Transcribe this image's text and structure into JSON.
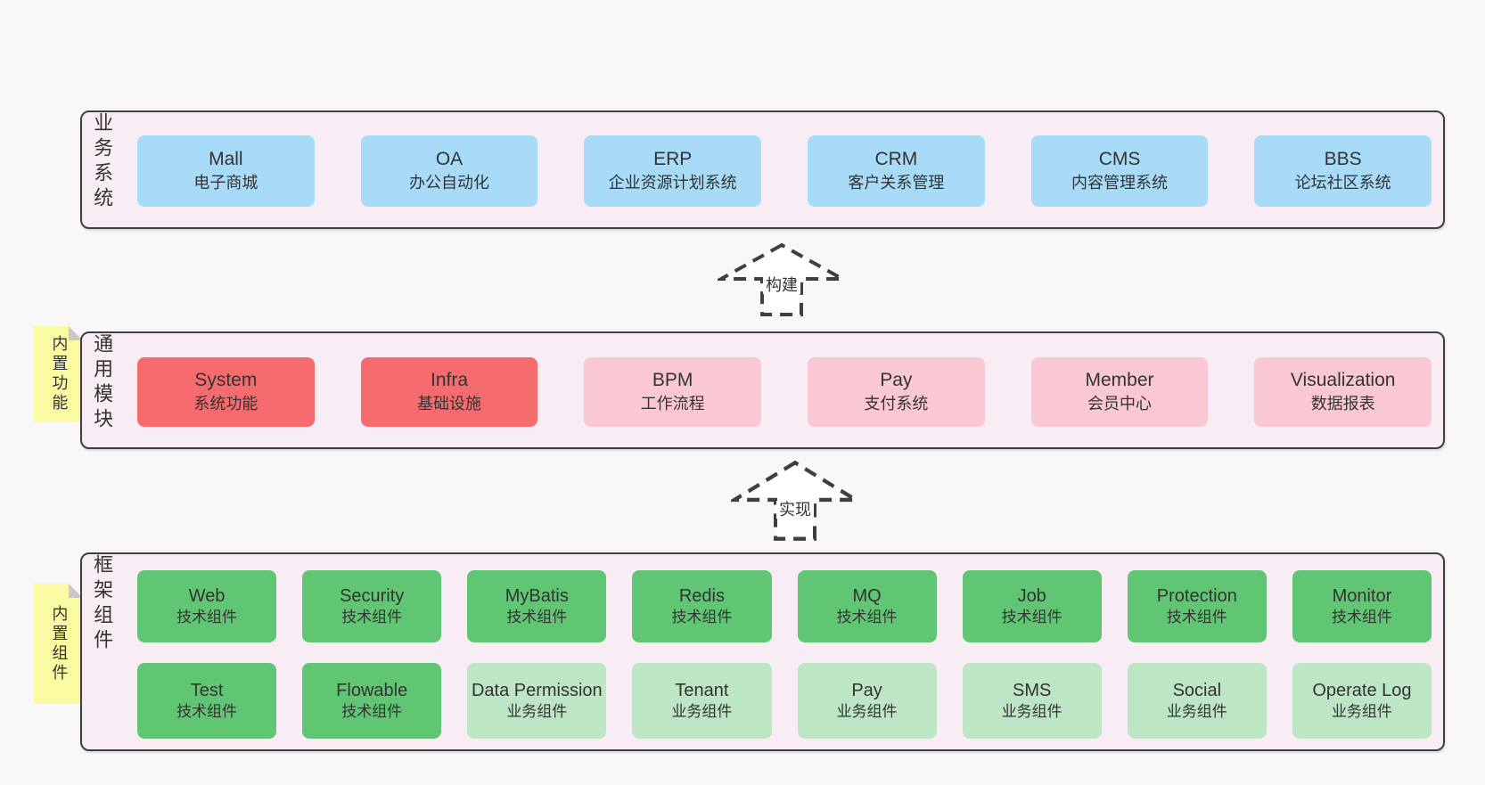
{
  "colors": {
    "page": "#f8f8f8",
    "band": "#f8edf5",
    "border": "#3f3f3f",
    "text": "#333333",
    "blue": "#a8dbf7",
    "red": "#f56b6e",
    "pink": "#fac8d3",
    "green": "#61c674",
    "lightgreen": "#bde6c4",
    "note": "#fafaa3",
    "fold": "#c8c8c8"
  },
  "arrows": [
    {
      "label": "构建"
    },
    {
      "label": "实现"
    }
  ],
  "bands": [
    {
      "label": "业务系统",
      "boxes": [
        {
          "name": "Mall",
          "desc": "电子商城",
          "type": "blue"
        },
        {
          "name": "OA",
          "desc": "办公自动化",
          "type": "blue"
        },
        {
          "name": "ERP",
          "desc": "企业资源计划系统",
          "type": "blue"
        },
        {
          "name": "CRM",
          "desc": "客户关系管理",
          "type": "blue"
        },
        {
          "name": "CMS",
          "desc": "内容管理系统",
          "type": "blue"
        },
        {
          "name": "BBS",
          "desc": "论坛社区系统",
          "type": "blue"
        }
      ]
    },
    {
      "label": "通用模块",
      "note": "内置功能",
      "boxes": [
        {
          "name": "System",
          "desc": "系统功能",
          "type": "red"
        },
        {
          "name": "Infra",
          "desc": "基础设施",
          "type": "red"
        },
        {
          "name": "BPM",
          "desc": "工作流程",
          "type": "pink"
        },
        {
          "name": "Pay",
          "desc": "支付系统",
          "type": "pink"
        },
        {
          "name": "Member",
          "desc": "会员中心",
          "type": "pink"
        },
        {
          "name": "Visualization",
          "desc": "数据报表",
          "type": "pink"
        }
      ]
    },
    {
      "label": "框架组件",
      "note": "内置组件",
      "rows": [
        [
          {
            "name": "Web",
            "desc": "技术组件",
            "type": "green"
          },
          {
            "name": "Security",
            "desc": "技术组件",
            "type": "green"
          },
          {
            "name": "MyBatis",
            "desc": "技术组件",
            "type": "green"
          },
          {
            "name": "Redis",
            "desc": "技术组件",
            "type": "green"
          },
          {
            "name": "MQ",
            "desc": "技术组件",
            "type": "green"
          },
          {
            "name": "Job",
            "desc": "技术组件",
            "type": "green"
          },
          {
            "name": "Protection",
            "desc": "技术组件",
            "type": "green"
          },
          {
            "name": "Monitor",
            "desc": "技术组件",
            "type": "green"
          }
        ],
        [
          {
            "name": "Test",
            "desc": "技术组件",
            "type": "green"
          },
          {
            "name": "Flowable",
            "desc": "技术组件",
            "type": "green"
          },
          {
            "name": "Data Permission",
            "desc": "业务组件",
            "type": "lightgreen"
          },
          {
            "name": "Tenant",
            "desc": "业务组件",
            "type": "lightgreen"
          },
          {
            "name": "Pay",
            "desc": "业务组件",
            "type": "lightgreen"
          },
          {
            "name": "SMS",
            "desc": "业务组件",
            "type": "lightgreen"
          },
          {
            "name": "Social",
            "desc": "业务组件",
            "type": "lightgreen"
          },
          {
            "name": "Operate Log",
            "desc": "业务组件",
            "type": "lightgreen"
          }
        ]
      ]
    }
  ]
}
